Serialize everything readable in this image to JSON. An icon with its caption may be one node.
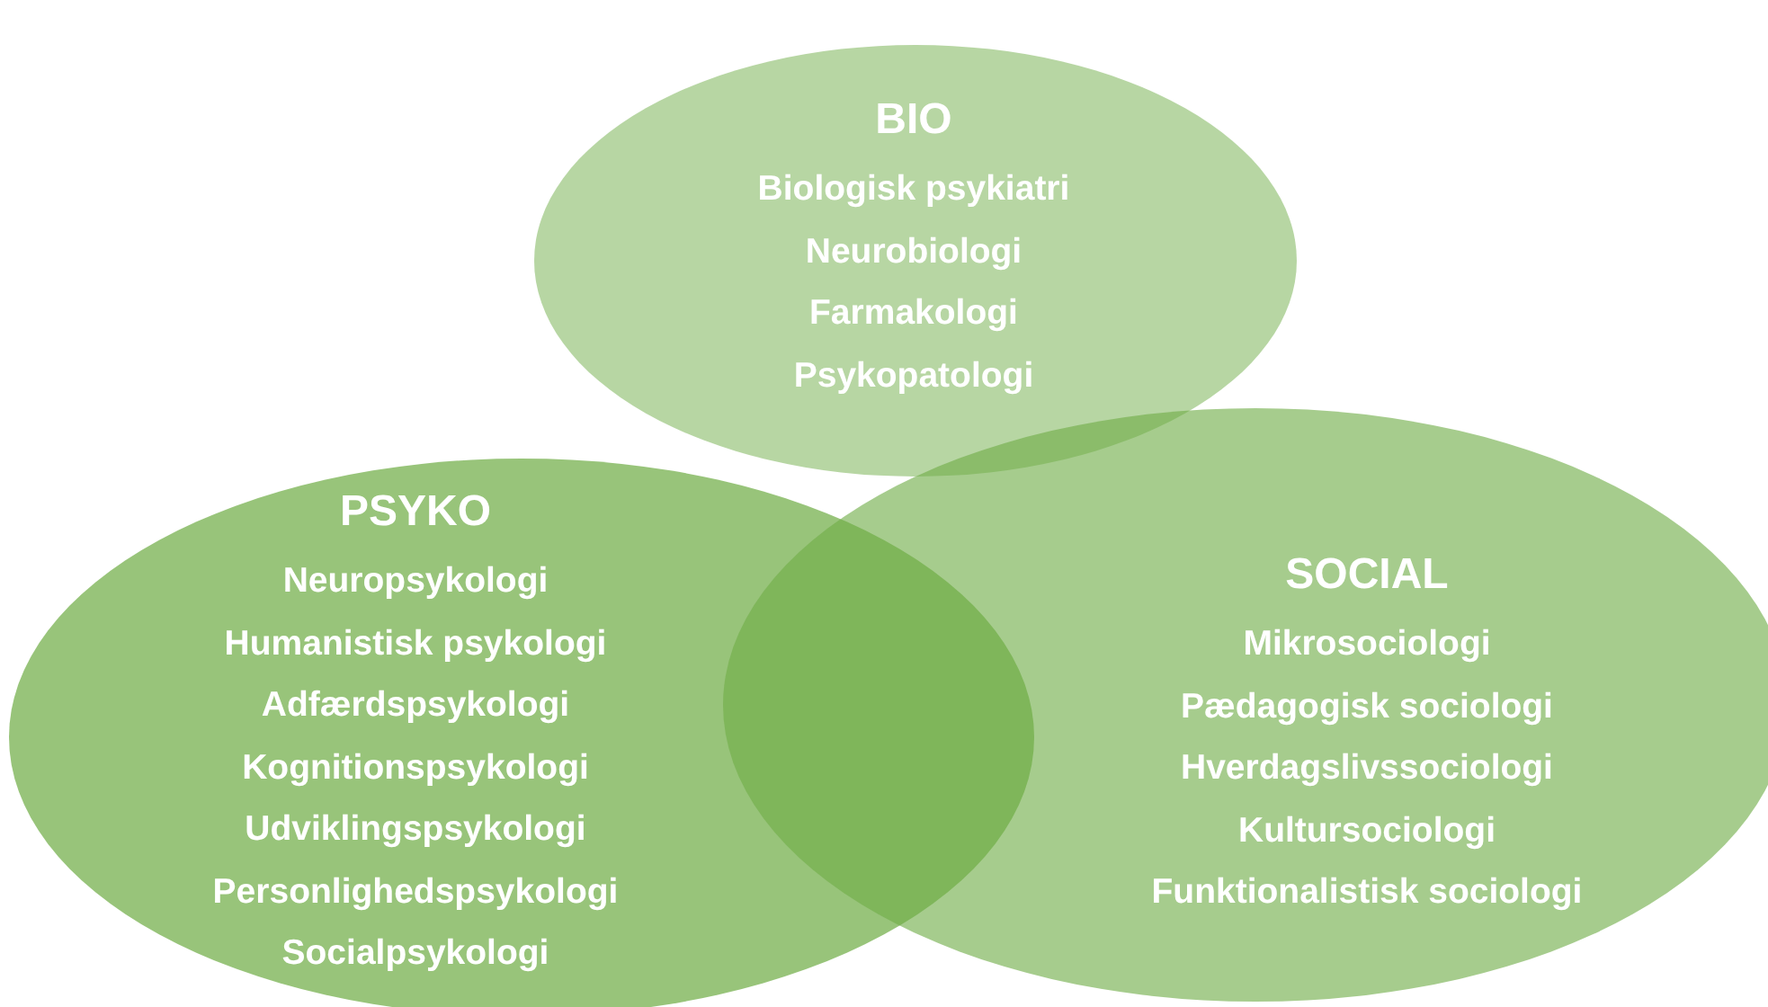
{
  "diagram": {
    "nodes": [
      {
        "text": [
          "BIO",
          "Biologisk psykiatri",
          "Neurobiologi",
          "Farmakologi",
          "Psykopatologi"
        ]
      },
      {
        "text": [
          "PSYKO",
          "Neuropsykologi",
          "Humanistisk psykologi",
          "Adfærdspsykologi",
          "Kognitionspsykologi",
          "Udviklingspsykologi",
          "Personlighedspsykologi",
          "Socialpsykologi"
        ]
      },
      {
        "text": [
          "SOCIAL",
          "Mikrosociologi",
          "Pædagogisk sociologi",
          "Hverdagslivssociologi",
          "Kultursociologi",
          "Funktionalistisk sociologi"
        ]
      }
    ]
  }
}
